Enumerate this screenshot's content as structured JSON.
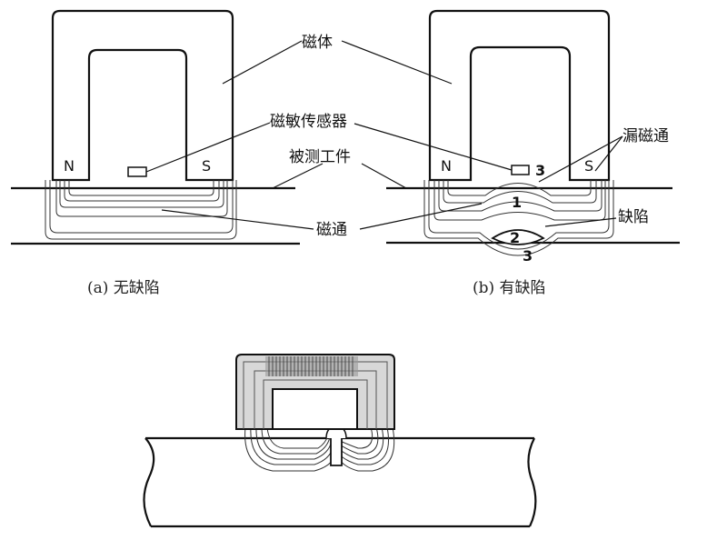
{
  "labels": {
    "magnet": "磁体",
    "sensor": "磁敏传感器",
    "workpiece": "被测工件",
    "flux": "磁通",
    "leakage": "漏磁通",
    "defect": "缺陷",
    "pole_n_a": "N",
    "pole_s_a": "S",
    "pole_n_b": "N",
    "pole_s_b": "S",
    "num_1": "1",
    "num_2": "2",
    "num_3a": "3",
    "num_3b": "3"
  },
  "captions": {
    "a": "(a) 无缺陷",
    "b": "(b) 有缺陷"
  },
  "colors": {
    "line": "#111111",
    "fill": "#ffffff",
    "shade": "#bdbdbd"
  }
}
